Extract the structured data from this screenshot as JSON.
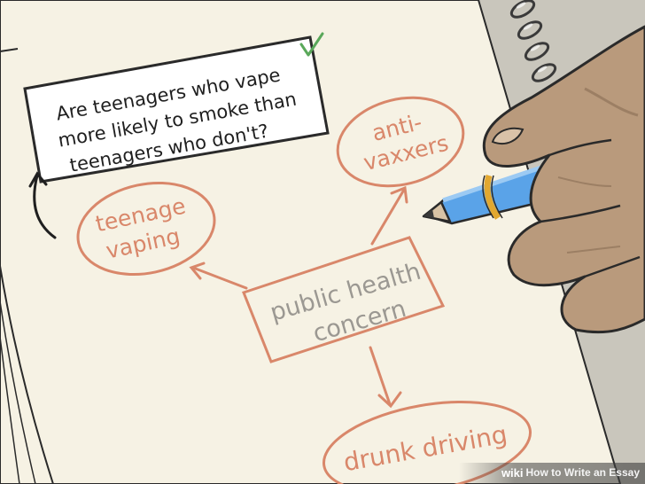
{
  "question": {
    "line1": "Are teenagers who vape",
    "line2": "more likely to smoke than",
    "line3": "teenagers who don't?"
  },
  "center_topic": {
    "line1": "public health",
    "line2": "concern"
  },
  "bubbles": {
    "antivaxxers_line1": "anti-",
    "antivaxxers_line2": "vaxxers",
    "vaping_line1": "teenage",
    "vaping_line2": "vaping",
    "drunk": "drunk driving"
  },
  "watermark": {
    "logo": "wiki",
    "title": "How to Write an Essay"
  },
  "colors": {
    "accent": "#d9876a",
    "center_text": "#9b9892",
    "paper": "#f6f2e4",
    "skin": "#b99a7c",
    "pen": "#5aa3e8",
    "check": "#5aa85a"
  }
}
